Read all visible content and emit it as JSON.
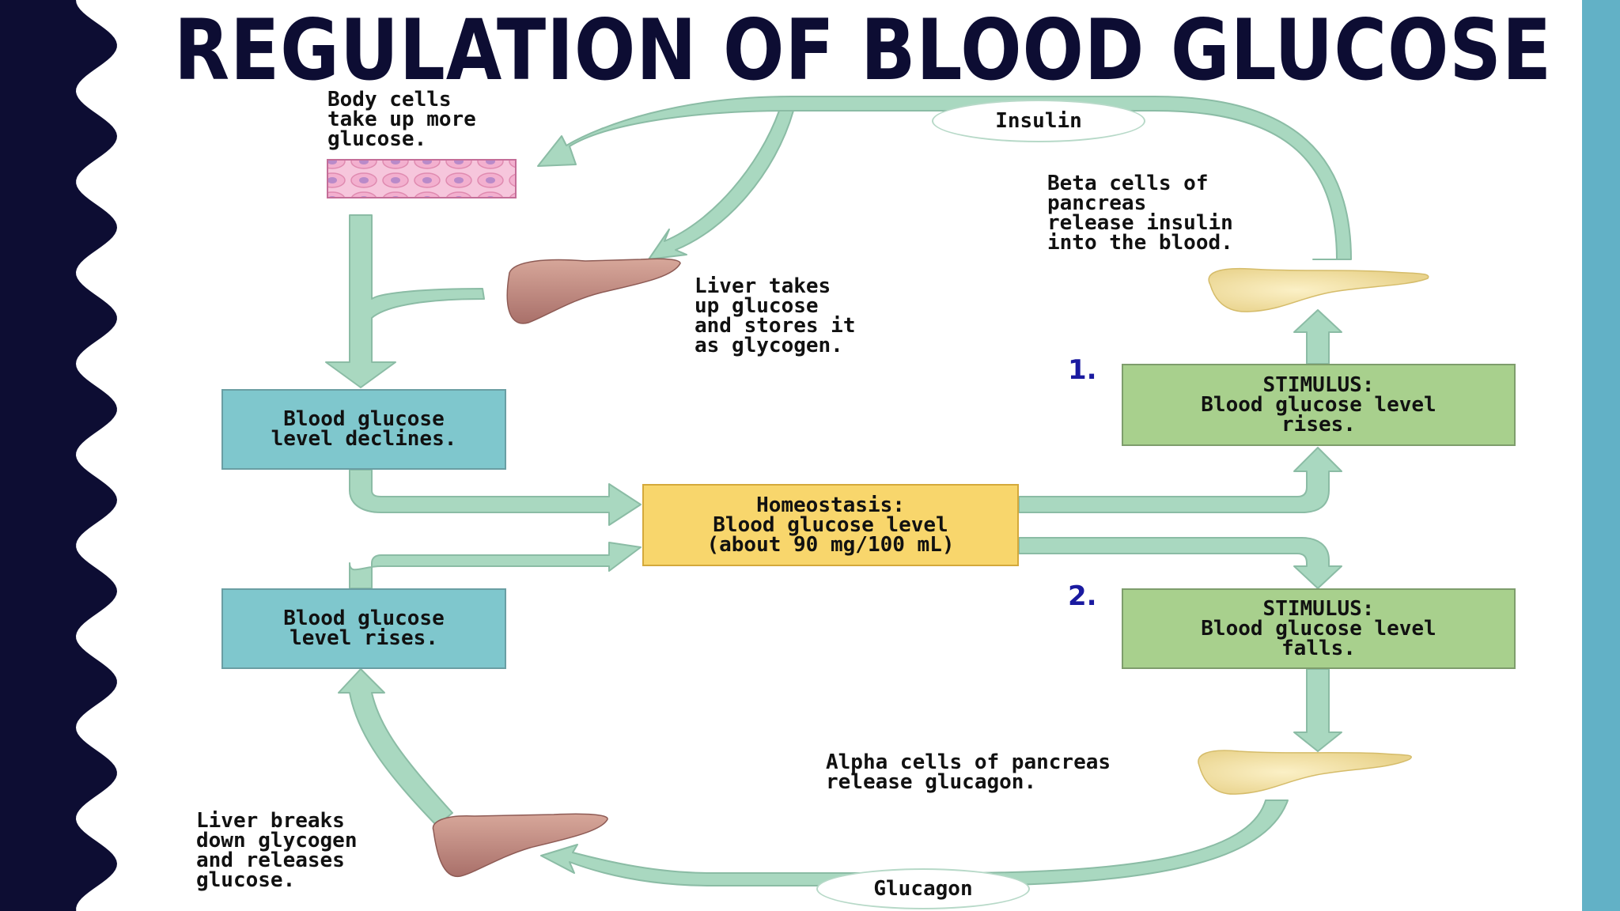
{
  "slide": {
    "title": "REGULATION OF BLOOD GLUCOSE"
  },
  "diagram": {
    "labels": {
      "body_cells": "Body cells\ntake up more\nglucose.",
      "liver_takes": "Liver takes\nup glucose\nand stores it\nas glycogen.",
      "beta_cells": "Beta cells of\npancreas\nrelease insulin\ninto the blood.",
      "alpha_cells": "Alpha cells of pancreas\nrelease glucagon.",
      "liver_breaks": "Liver breaks\ndown glycogen\nand releases\nglucose."
    },
    "hormones": {
      "insulin": "Insulin",
      "glucagon": "Glucagon"
    },
    "boxes": {
      "declines": "Blood glucose\nlevel declines.",
      "rises": "Blood glucose\nlevel rises.",
      "homeostasis": "Homeostasis:\nBlood glucose level\n(about 90 mg/100 mL)",
      "stimulus_rises": "STIMULUS:\nBlood glucose level\nrises.",
      "stimulus_falls": "STIMULUS:\nBlood glucose level\nfalls."
    },
    "numbers": {
      "one": "1.",
      "two": "2."
    }
  },
  "colors": {
    "navy": "#0d0d33",
    "accent_teal": "#62b1c6",
    "arrow_green": "#a9d8c0",
    "box_teal": "#7fc7cd",
    "box_green": "#a8d08d",
    "box_yellow": "#f8d66c",
    "number_blue": "#1a1aa0"
  }
}
